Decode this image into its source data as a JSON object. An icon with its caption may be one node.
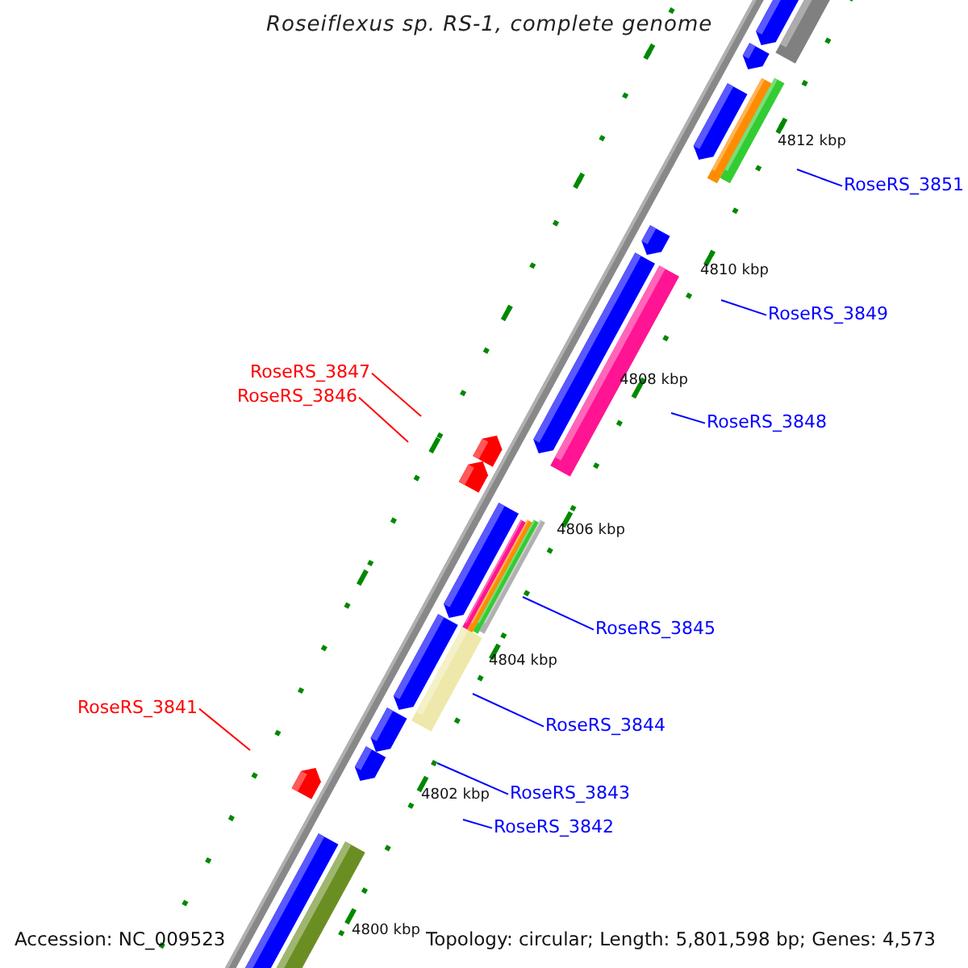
{
  "diagram": {
    "title": "Roseiflexus sp. RS-1, complete genome",
    "nodes": [
      {
        "text": [
          "RoseRS_3851"
        ]
      },
      {
        "text": [
          "RoseRS_3849"
        ]
      },
      {
        "text": [
          "RoseRS_3847"
        ]
      },
      {
        "text": [
          "RoseRS_3846"
        ]
      },
      {
        "text": [
          "RoseRS_3848"
        ]
      },
      {
        "text": [
          "RoseRS_3845"
        ]
      },
      {
        "text": [
          "RoseRS_3844"
        ]
      },
      {
        "text": [
          "RoseRS_3841"
        ]
      },
      {
        "text": [
          "RoseRS_3843"
        ]
      },
      {
        "text": [
          "RoseRS_3842"
        ]
      }
    ],
    "edges": [
      {
        "from": 0,
        "to": null,
        "arrow": "none"
      },
      {
        "from": 1,
        "to": null,
        "arrow": "none"
      },
      {
        "from": 2,
        "to": null,
        "arrow": "none",
        "color": "#ff0000"
      },
      {
        "from": 3,
        "to": null,
        "arrow": "none",
        "color": "#ff0000"
      },
      {
        "from": 4,
        "to": null,
        "arrow": "none"
      },
      {
        "from": 5,
        "to": null,
        "arrow": "none"
      },
      {
        "from": 6,
        "to": null,
        "arrow": "none"
      },
      {
        "from": 7,
        "to": null,
        "arrow": "none",
        "color": "#ff0000"
      },
      {
        "from": 8,
        "to": null,
        "arrow": "none"
      },
      {
        "from": 9,
        "to": null,
        "arrow": "none"
      }
    ],
    "labels": [
      "4812 kbp",
      "4810 kbp",
      "4808 kbp",
      "4806 kbp",
      "4804 kbp",
      "4802 kbp",
      "4800 kbp",
      "Accession: NC_009523",
      "Topology: circular; Length: 5,801,598 bp; Genes: 4,573"
    ]
  }
}
